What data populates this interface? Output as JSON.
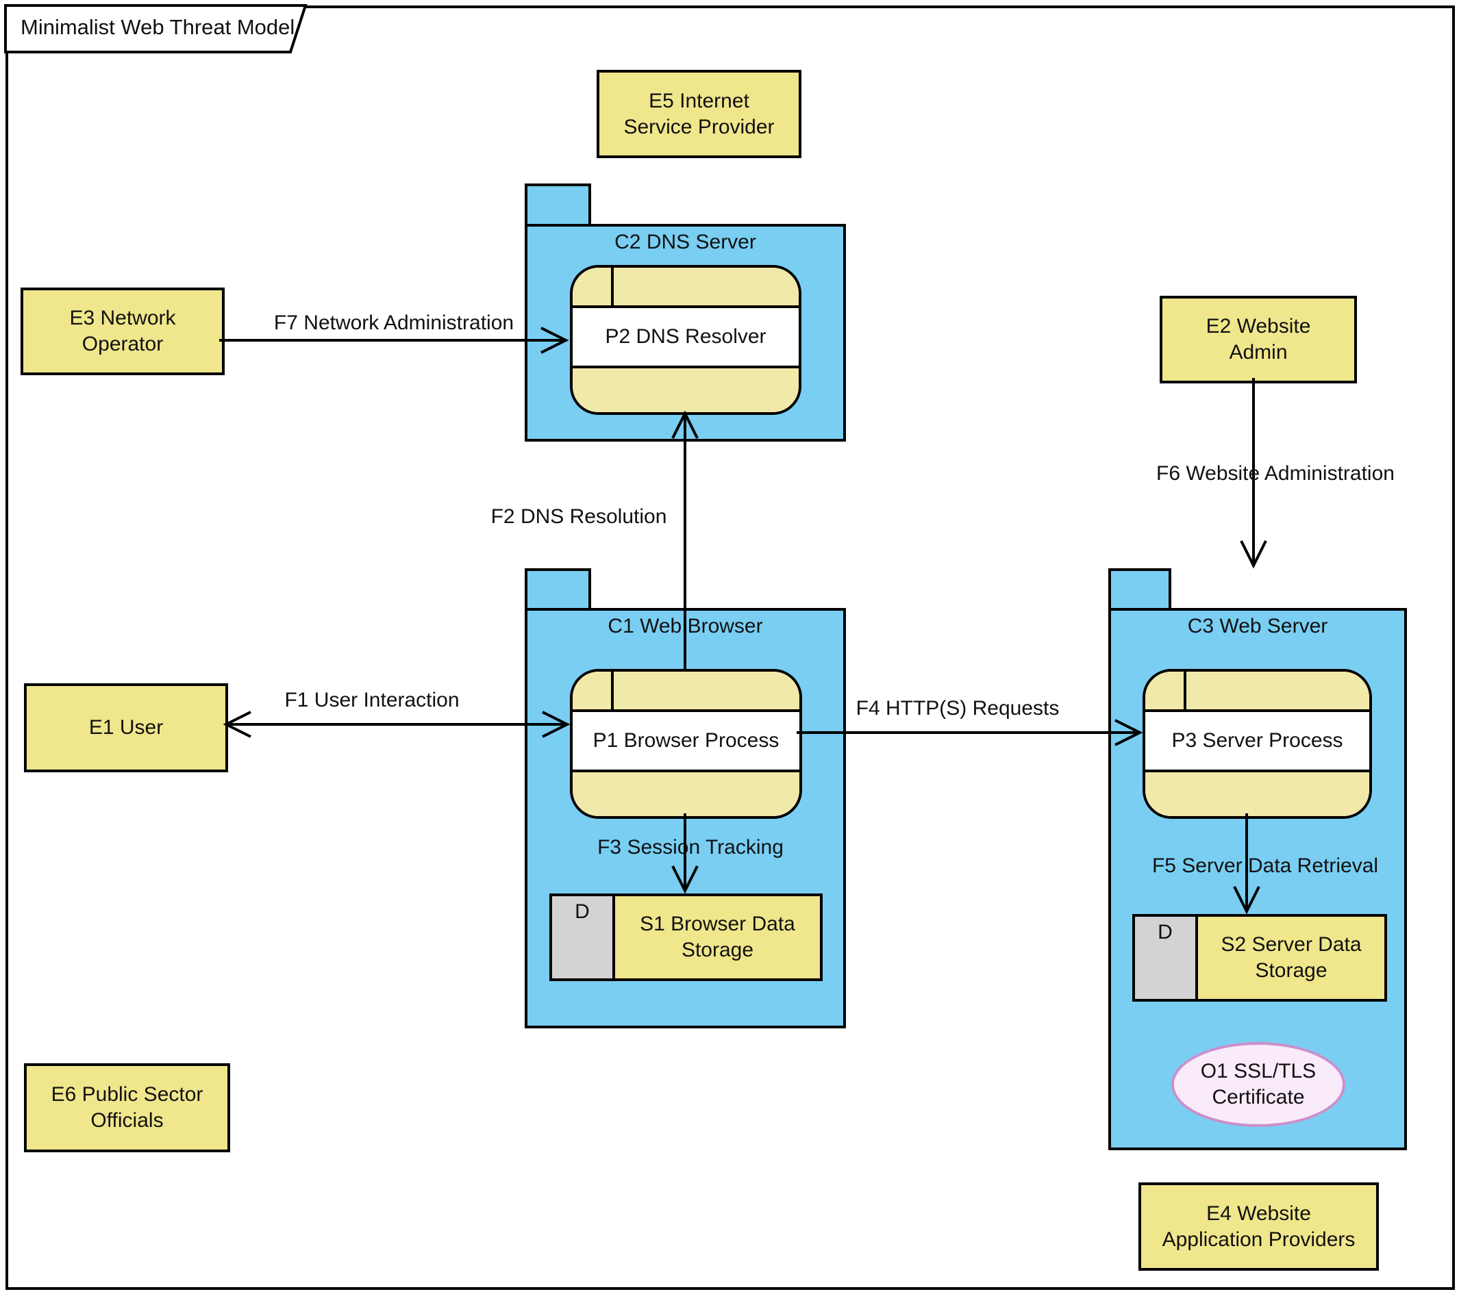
{
  "diagram": {
    "title": "Minimalist Web Threat Model"
  },
  "containers": [
    {
      "id": "C1",
      "label": "C1 Web Browser"
    },
    {
      "id": "C2",
      "label": "C2 DNS Server"
    },
    {
      "id": "C3",
      "label": "C3 Web Server"
    }
  ],
  "processes": [
    {
      "id": "P1",
      "label": "P1 Browser Process"
    },
    {
      "id": "P2",
      "label": "P2 DNS Resolver"
    },
    {
      "id": "P3",
      "label": "P3 Server Process"
    }
  ],
  "entities": [
    {
      "id": "E1",
      "label": "E1 User"
    },
    {
      "id": "E2",
      "label": "E2 Website\nAdmin"
    },
    {
      "id": "E3",
      "label": "E3 Network\nOperator"
    },
    {
      "id": "E4",
      "label": "E4 Website\nApplication Providers"
    },
    {
      "id": "E5",
      "label": "E5 Internet\nService Provider"
    },
    {
      "id": "E6",
      "label": "E6 Public Sector\nOfficials"
    }
  ],
  "stores": [
    {
      "id": "S1",
      "tag": "D",
      "label": "S1 Browser Data\nStorage"
    },
    {
      "id": "S2",
      "tag": "D",
      "label": "S2 Server Data\nStorage"
    }
  ],
  "artifacts": [
    {
      "id": "O1",
      "label": "O1 SSL/TLS\nCertificate"
    }
  ],
  "flows": [
    {
      "id": "F1",
      "label": "F1 User Interaction"
    },
    {
      "id": "F2",
      "label": "F2 DNS Resolution"
    },
    {
      "id": "F3",
      "label": "F3 Session Tracking"
    },
    {
      "id": "F4",
      "label": "F4 HTTP(S) Requests"
    },
    {
      "id": "F5",
      "label": "F5 Server Data Retrieval"
    },
    {
      "id": "F6",
      "label": "F6 Website Administration"
    },
    {
      "id": "F7",
      "label": "F7 Network Administration"
    }
  ],
  "colors": {
    "container_blue": "#79CEF2",
    "entity_yellow": "#F0E68C",
    "process_band_yellow": "#F1E9A9",
    "store_type_gray": "#D3D3D3",
    "certificate_fill_pink": "#F9EBF9",
    "certificate_stroke_purple": "#CC8FCC",
    "line_black": "#000000"
  }
}
